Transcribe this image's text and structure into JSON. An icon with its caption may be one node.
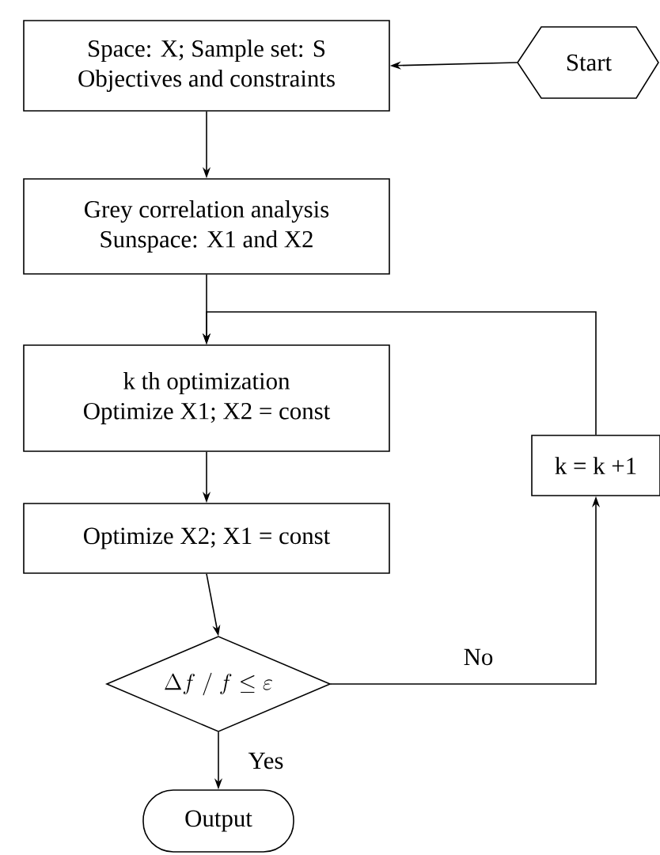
{
  "diagram": {
    "nodes": [
      {
        "text": [
          "Space: X;    Sample set: S",
          "Objectives and constraints"
        ]
      },
      {
        "text": [
          "Start"
        ]
      },
      {
        "text": [
          "Grey correlation analysis",
          "Sunspace: X1 and X2"
        ]
      },
      {
        "text": [
          "k th optimization",
          "Optimize X1; X2 = const"
        ]
      },
      {
        "text": [
          "Optimize  X2; X1 = const"
        ]
      },
      {
        "text": [
          "\\Delta f\\ /\\ f \\le \\varepsilon"
        ]
      },
      {
        "text": [
          "k = k +1"
        ]
      },
      {
        "text": [
          "Output"
        ]
      }
    ],
    "edges": [
      {
        "from": 1,
        "to": 0,
        "arrow": "to"
      },
      {
        "from": 0,
        "to": 2,
        "arrow": "to"
      },
      {
        "from": 2,
        "to": 3,
        "arrow": "to"
      },
      {
        "from": 3,
        "to": 4,
        "arrow": "to"
      },
      {
        "from": 4,
        "to": 5,
        "arrow": "to"
      },
      {
        "from": 5,
        "to": 7,
        "arrow": "to",
        "label": "Yes"
      },
      {
        "from": 5,
        "to": 6,
        "arrow": "to",
        "label": "No"
      },
      {
        "from": 6,
        "to": 3,
        "arrow": "to"
      }
    ]
  }
}
